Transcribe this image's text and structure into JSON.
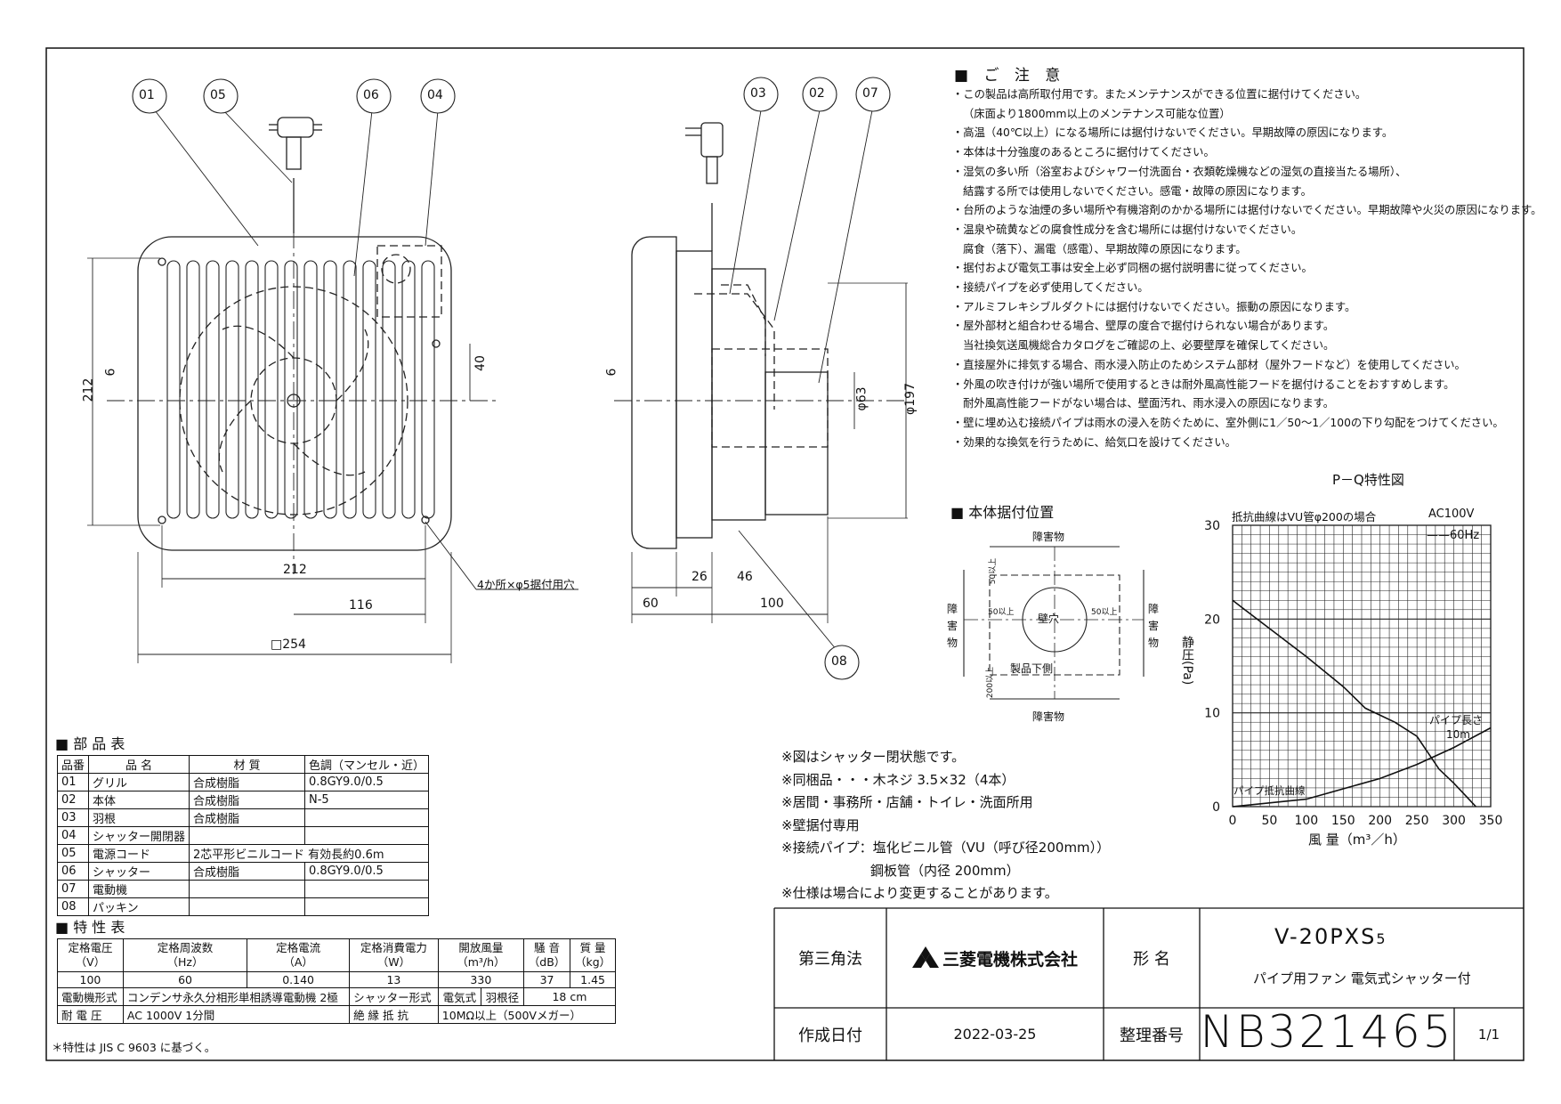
{
  "callouts_front": [
    "01",
    "05",
    "06",
    "04"
  ],
  "callouts_side": [
    "03",
    "02",
    "07"
  ],
  "callout_bottom": "08",
  "front_dims": {
    "height": "212",
    "six": "6",
    "forty": "40",
    "width_inner": "212",
    "offset": "116",
    "width_outer": "□254",
    "holes": "4か所×φ5据付用穴"
  },
  "side_dims": {
    "six": "6",
    "d63": "φ63",
    "d197": "φ197",
    "d26": "26",
    "d46": "46",
    "d60": "60",
    "d100": "100"
  },
  "notes": {
    "title": "■ ご 注 意",
    "lines": [
      "・この製品は高所取付用です。またメンテナンスができる位置に据付けてください。",
      "（床面より1800mm以上のメンテナンス可能な位置）",
      "・高温（40℃以上）になる場所には据付けないでください。早期故障の原因になります。",
      "・本体は十分強度のあるところに据付けてください。",
      "・湿気の多い所（浴室およびシャワー付洗面台・衣類乾燥機などの湿気の直接当たる場所）、",
      "結露する所では使用しないでください。感電・故障の原因になります。",
      "・台所のような油煙の多い場所や有機溶剤のかかる場所には据付けないでください。早期故障や火災の原因になります。",
      "・温泉や硫黄などの腐食性成分を含む場所には据付けないでください。",
      "腐食（落下）、漏電（感電）、早期故障の原因になります。",
      "・据付および電気工事は安全上必ず同梱の据付説明書に従ってください。",
      "・接続パイプを必ず使用してください。",
      "・アルミフレキシブルダクトには据付けないでください。振動の原因になります。",
      "・屋外部材と組合わせる場合、壁厚の度合で据付けられない場合があります。",
      "当社換気送風機総合カタログをご確認の上、必要壁厚を確保してください。",
      "・直接屋外に排気する場合、雨水浸入防止のためシステム部材（屋外フードなど）を使用してください。",
      "・外風の吹き付けが強い場所で使用するときは耐外風高性能フードを据付けることをおすすめします。",
      "耐外風高性能フードがない場合は、壁面汚れ、雨水浸入の原因になります。",
      "・壁に埋め込む接続パイプは雨水の浸入を防ぐために、室外側に1／50～1／100の下り勾配をつけてください。",
      "・効果的な換気を行うために、給気口を設けてください。"
    ]
  },
  "install": {
    "title": "■ 本体据付位置",
    "top": "障害物",
    "bottom": "障害物",
    "left": "障\n害\n物",
    "right": "障\n害\n物",
    "hole": "壁穴",
    "product_bottom": "製品下側",
    "d50_top": "50以上",
    "d50_left": "50以上",
    "d50_right": "50以上",
    "d200": "200以上"
  },
  "chart_data": {
    "type": "line",
    "title": "P－Q特性図",
    "note": "抵抗曲線はVU管φ200の場合",
    "power": "AC100V",
    "legend": "60Hz",
    "xlabel": "風 量（m³／h）",
    "ylabel": "静圧(Pa)",
    "xlim": [
      0,
      350
    ],
    "ylim": [
      0,
      30
    ],
    "xticks": [
      "0",
      "50",
      "100",
      "150",
      "200",
      "250",
      "300",
      "350"
    ],
    "yticks": [
      "0",
      "10",
      "20",
      "30"
    ],
    "grid": true,
    "series": [
      {
        "name": "60Hz",
        "x": [
          0,
          50,
          100,
          150,
          180,
          220,
          250,
          280,
          300,
          330
        ],
        "y": [
          22,
          19,
          16,
          12.8,
          10.5,
          9,
          7.5,
          4,
          2.5,
          0
        ]
      },
      {
        "name": "パイプ抵抗曲線",
        "x": [
          0,
          100,
          200,
          250,
          300,
          350
        ],
        "y": [
          0,
          0.8,
          3,
          4.5,
          6.3,
          8.4
        ]
      }
    ],
    "annotations": [
      "パイプ長さ",
      "10m",
      "パイプ抵抗曲線"
    ]
  },
  "bottom_notes": [
    "※図はシャッター閉状態です。",
    "※同梱品・・・木ネジ 3.5×32（4本）",
    "※居間・事務所・店舗・トイレ・洗面所用",
    "※壁据付専用",
    "※接続パイプ：塩化ビニル管（VU（呼び径200mm））",
    "鋼板管（内径 200mm）",
    "※仕様は場合により変更することがあります。"
  ],
  "parts": {
    "title": "■ 部 品 表",
    "headers": [
      "品番",
      "品  名",
      "材    質",
      "色調（マンセル・近）"
    ],
    "rows": [
      [
        "01",
        "グリル",
        "合成樹脂",
        "0.8GY9.0/0.5"
      ],
      [
        "02",
        "本体",
        "合成樹脂",
        "N-5"
      ],
      [
        "03",
        "羽根",
        "合成樹脂",
        ""
      ],
      [
        "04",
        "シャッター開閉器",
        "",
        ""
      ],
      [
        "05",
        "電源コード",
        "2芯平形ビニルコード 有効長約0.6m",
        ""
      ],
      [
        "06",
        "シャッター",
        "合成樹脂",
        "0.8GY9.0/0.5"
      ],
      [
        "07",
        "電動機",
        "",
        ""
      ],
      [
        "08",
        "パッキン",
        "",
        ""
      ]
    ]
  },
  "spec": {
    "title": "■ 特 性 表",
    "headers": [
      "定格電圧\n（V）",
      "定格周波数\n（Hz）",
      "定格電流\n（A）",
      "定格消費電力\n（W）",
      "開放風量\n（m³/h）",
      "騒 音\n（dB）",
      "質 量\n（kg）"
    ],
    "values": [
      "100",
      "60",
      "0.140",
      "13",
      "330",
      "37",
      "1.45"
    ],
    "motor_label": "電動機形式",
    "motor_value": "コンデンサ永久分相形単相誘導電動機 2極",
    "shutter_label": "シャッター形式",
    "shutter_value": "電気式",
    "blade_label": "羽根径",
    "blade_value": "18 cm",
    "withstand_label": "耐 電 圧",
    "withstand_value": "AC 1000V 1分間",
    "insulation_label": "絶 縁 抵 抗",
    "insulation_value": "10MΩ以上（500Vメガー）",
    "footnote": "＊特性は JIS C 9603 に基づく。"
  },
  "title_block": {
    "projection": "第三角法",
    "company": "三菱電機株式会社",
    "model_label": "形  名",
    "model": "V-20PXS",
    "model_suffix": "5",
    "description": "パイプ用ファン 電気式シャッター付",
    "date_label": "作成日付",
    "date": "2022-03-25",
    "number_label": "整理番号",
    "number": "NB321465",
    "page": "1/1"
  }
}
